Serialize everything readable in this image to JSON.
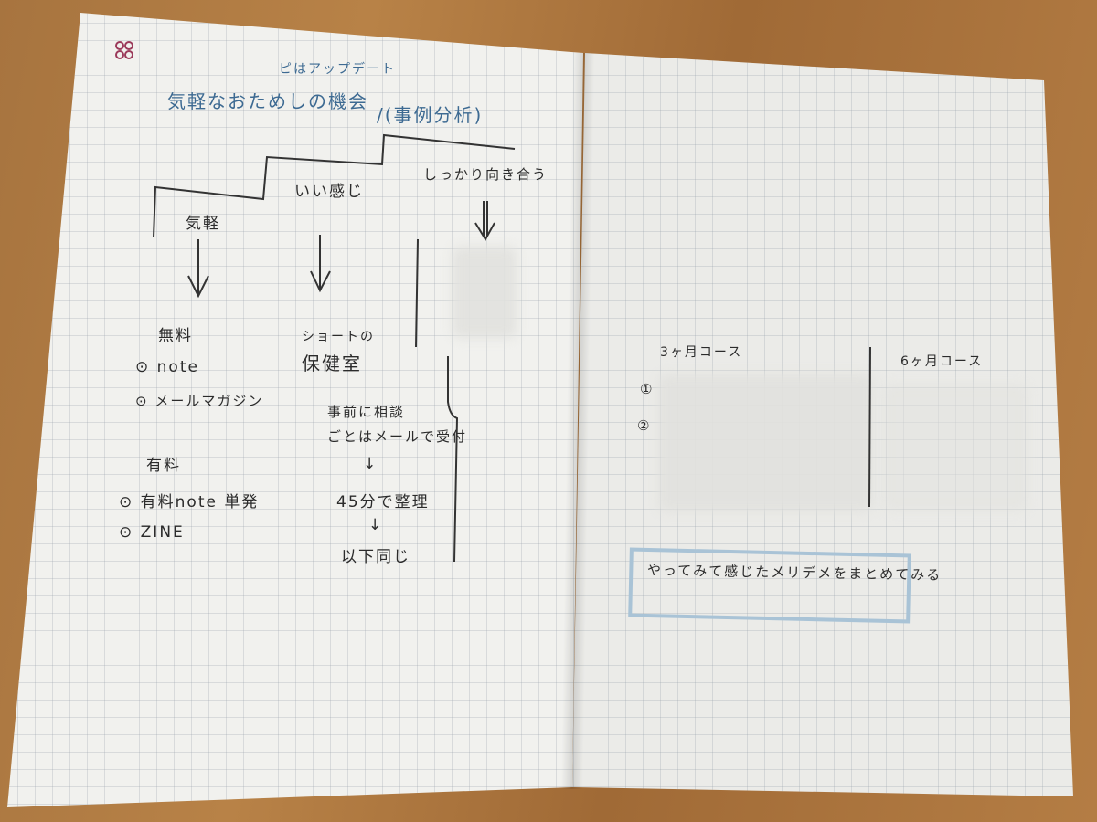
{
  "left_page": {
    "logo_mark": "flower-icon",
    "header_note": "ピはアップデート",
    "title": "気軽なおためしの機会",
    "title_sub": "/(事例分析)",
    "steps": [
      "気軽",
      "いい感じ",
      "しっかり向き合う"
    ],
    "free": {
      "heading": "無料",
      "items": [
        "note",
        "メールマガジン"
      ]
    },
    "paid": {
      "heading": "有料",
      "items": [
        "有料note 単発",
        "ZINE"
      ]
    },
    "middle": {
      "heading_line1": "ショートの",
      "heading_line2": "保健室",
      "flow": [
        "事前に相談",
        "ごとはメールで受付",
        "↓",
        "45分で整理",
        "↓",
        "以下同じ"
      ]
    }
  },
  "right_page": {
    "course_3": "3ヶ月コース",
    "course_3_markers": [
      "①",
      "②"
    ],
    "course_6": "6ヶ月コース",
    "boxed_note": "やってみて感じたメリデメをまとめてみる"
  },
  "colors": {
    "ink": "#2b2b2b",
    "blue_ink": "#3d6a92",
    "box": "#a9c3d6",
    "logo": "#9b3a5a",
    "desk": "#a7743f"
  }
}
